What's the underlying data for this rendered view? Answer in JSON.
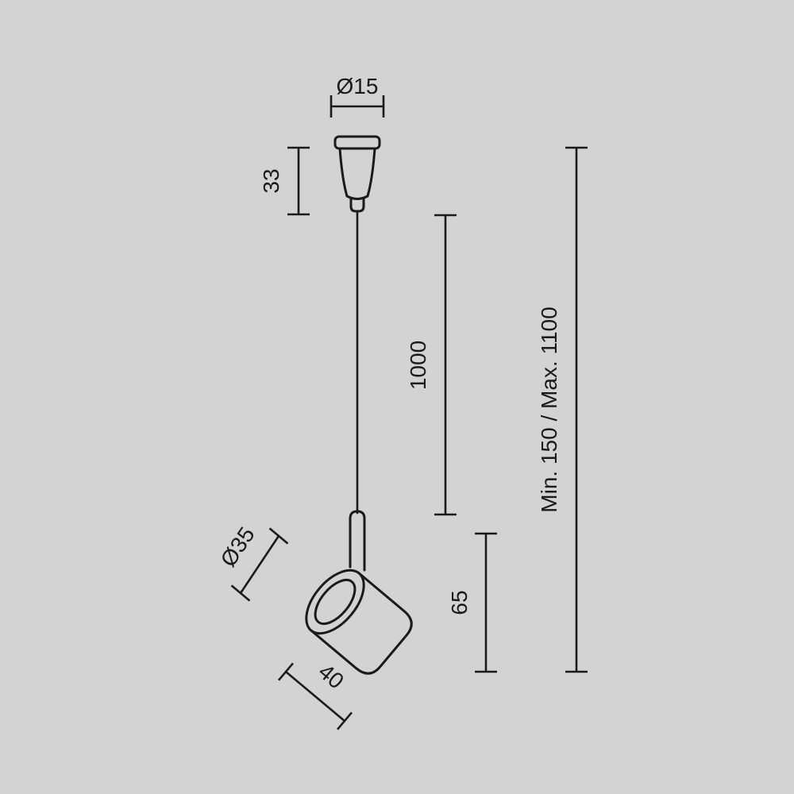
{
  "drawing": {
    "type": "technical-dimension-drawing",
    "subject": "pendant-spotlight-lamp",
    "background_color": "#d3d3d3",
    "line_color": "#1a1a1a",
    "dimensions": {
      "canopy_diameter": {
        "label": "Ø15"
      },
      "canopy_height": {
        "label": "33"
      },
      "cable_length": {
        "label": "1000"
      },
      "suspension_range": {
        "label": "Min. 150 / Max. 1100"
      },
      "head_height": {
        "label": "65"
      },
      "head_diameter": {
        "label": "Ø35"
      },
      "head_depth": {
        "label": "40"
      }
    }
  }
}
